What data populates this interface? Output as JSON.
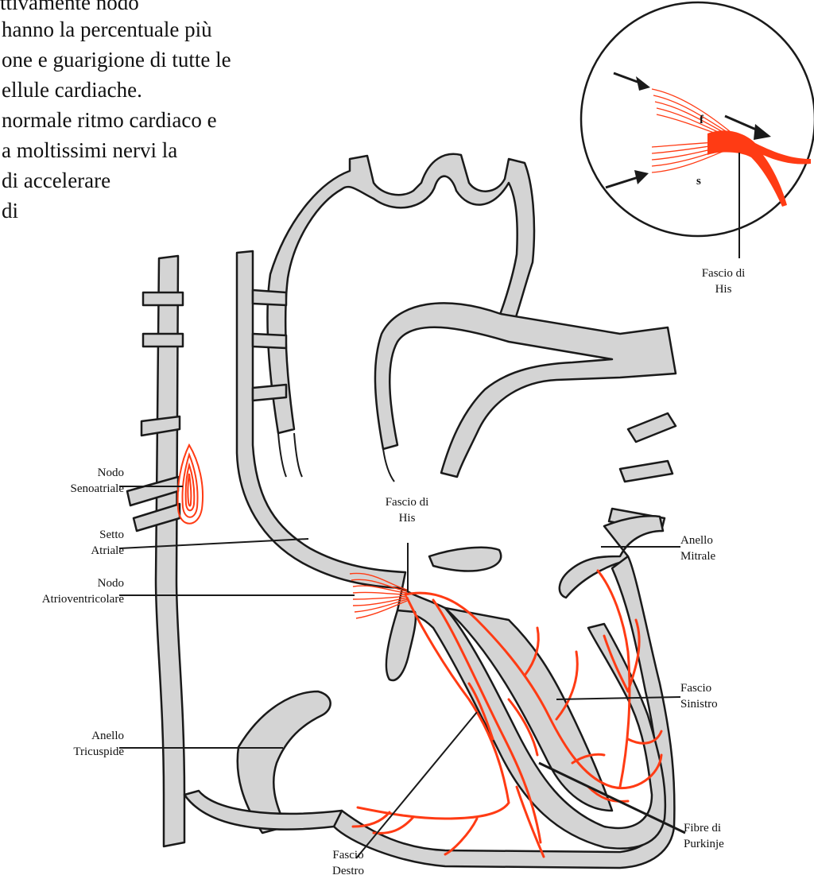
{
  "paragraph_lines": [
    "ttivamente  nodo",
    "hanno la percentuale più",
    "one e guarigione di tutte le",
    "ellule cardiache.",
    "normale ritmo cardiaco e",
    "a moltissimi nervi la",
    "di accelerare",
    "di"
  ],
  "labels": {
    "fascio_his_inset": [
      "Fascio di",
      "His"
    ],
    "nodo_senoatriale": [
      "Nodo",
      "Senoatriale"
    ],
    "setto_atriale": [
      "Setto",
      "Atriale"
    ],
    "nodo_atrioventricolare": [
      "Nodo",
      "Atrioventricolare"
    ],
    "fascio_his": [
      "Fascio di",
      "His"
    ],
    "anello_mitrale": [
      "Anello",
      "Mitrale"
    ],
    "fascio_sinistro": [
      "Fascio",
      "Sinistro"
    ],
    "anello_tricuspide": [
      "Anello",
      "Tricuspide"
    ],
    "fibre_purkinje": [
      "Fibre di",
      "Purkinje"
    ],
    "fascio_destro": [
      "Fascio",
      "Destro"
    ]
  },
  "inset_letters": {
    "f": "f",
    "s": "s"
  },
  "colors": {
    "conduction": "#ff3b14",
    "wall_fill": "#d4d4d4",
    "outline": "#1a1a1a"
  }
}
